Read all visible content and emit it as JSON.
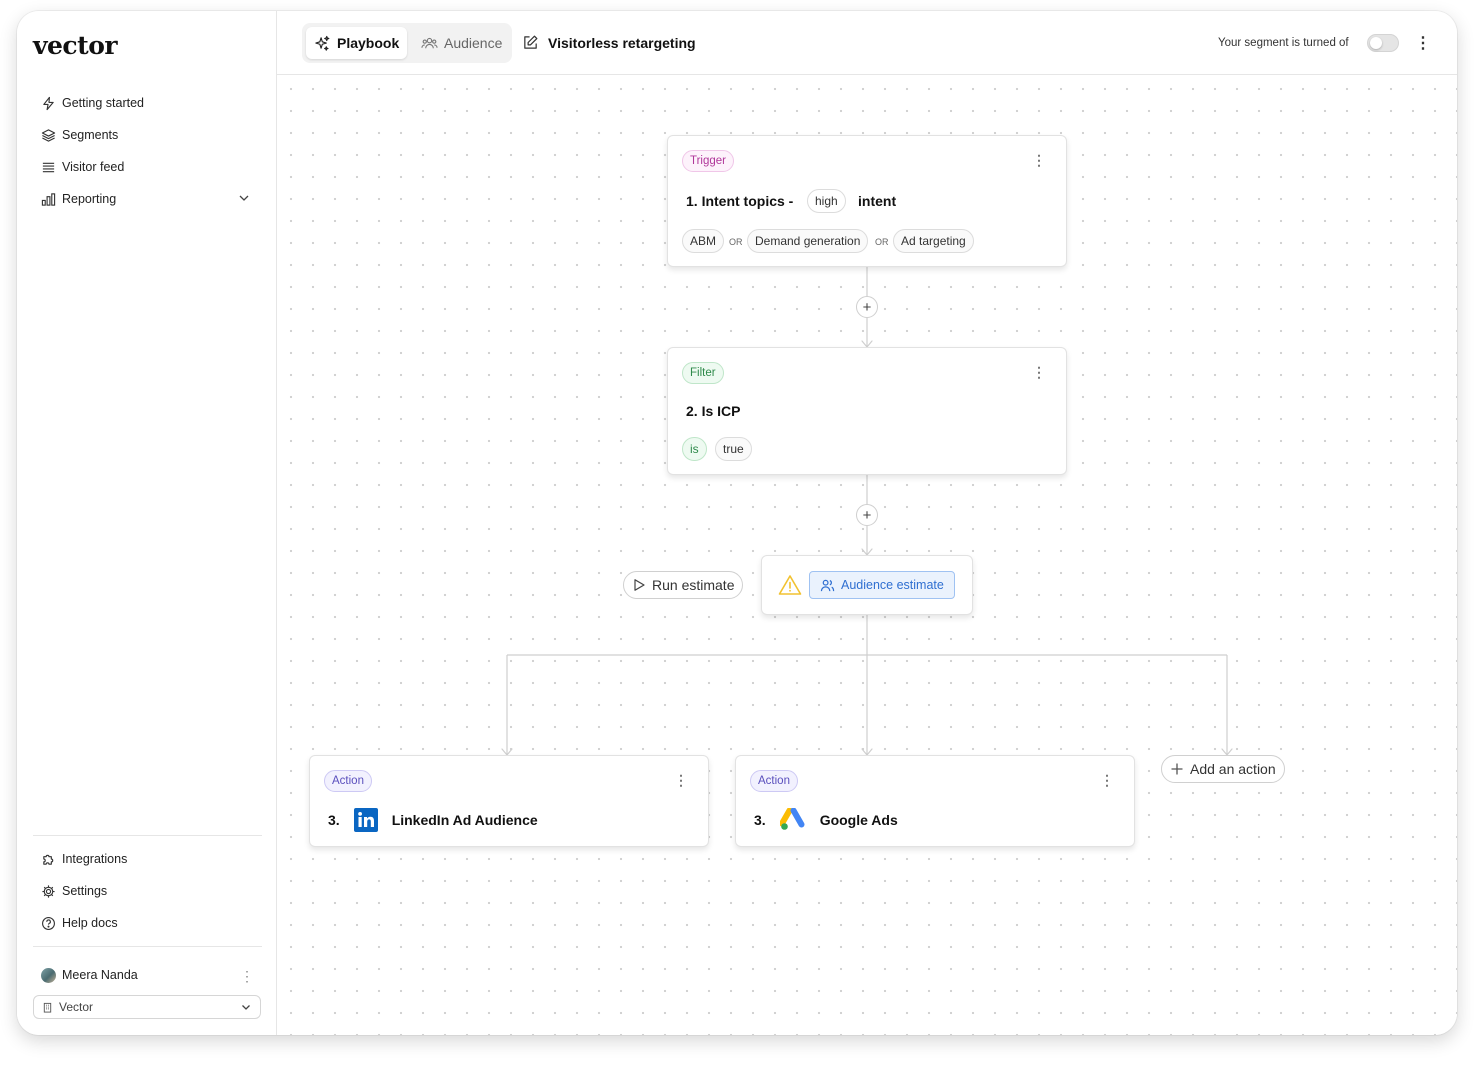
{
  "app": {
    "logo": "vector"
  },
  "sidebar": {
    "nav": [
      {
        "label": "Getting started",
        "icon": "lightning-icon"
      },
      {
        "label": "Segments",
        "icon": "layers-icon"
      },
      {
        "label": "Visitor feed",
        "icon": "list-icon"
      },
      {
        "label": "Reporting",
        "icon": "bar-chart-icon"
      }
    ],
    "bottom_nav": [
      {
        "label": "Integrations",
        "icon": "puzzle-icon"
      },
      {
        "label": "Settings",
        "icon": "gear-icon"
      },
      {
        "label": "Help docs",
        "icon": "question-icon"
      }
    ],
    "user": {
      "name": "Meera Nanda"
    },
    "org": {
      "name": "Vector"
    }
  },
  "header": {
    "tabs": [
      {
        "label": "Playbook",
        "active": true
      },
      {
        "label": "Audience",
        "active": false
      }
    ],
    "title": "Visitorless retargeting",
    "status_text": "Your segment is turned of",
    "toggle_on": false
  },
  "flow": {
    "trigger": {
      "badge": "Trigger",
      "title_prefix": "1. Intent topics -",
      "level": "high",
      "title_suffix": "intent",
      "topics": [
        "ABM",
        "Demand generation",
        "Ad targeting"
      ],
      "separator": "OR"
    },
    "filter": {
      "badge": "Filter",
      "title": "2. Is ICP",
      "operator": "is",
      "value": "true"
    },
    "estimate": {
      "run_label": "Run estimate",
      "audience_label": "Audience estimate"
    },
    "actions": [
      {
        "badge": "Action",
        "number": "3.",
        "label": "LinkedIn Ad Audience",
        "icon": "linkedin-icon"
      },
      {
        "badge": "Action",
        "number": "3.",
        "label": "Google Ads",
        "icon": "google-ads-icon"
      }
    ],
    "add_action_label": "Add an action",
    "plus": "+"
  },
  "colors": {
    "trigger": "#b0379a",
    "filter": "#2f8a4b",
    "action": "#5a4fbd",
    "accent_blue": "#2f6fd1",
    "warning": "#f2c230",
    "linkedin": "#0a66c2"
  }
}
